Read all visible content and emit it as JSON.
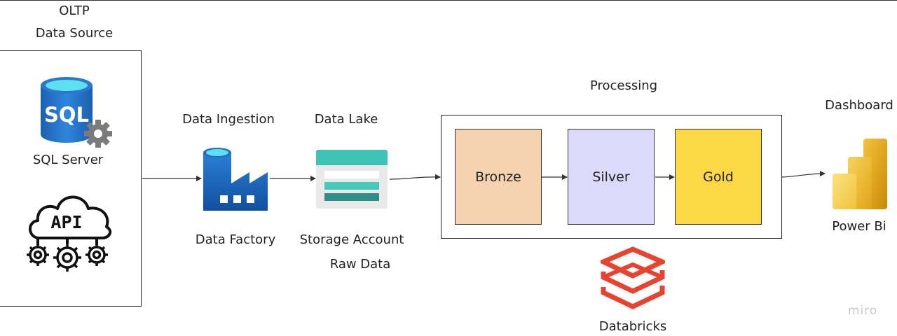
{
  "source": {
    "header_line1": "OLTP",
    "header_line2": "Data Source",
    "sql_label": "SQL Server",
    "sql_icon_text": "SQL",
    "api_icon_text": "API"
  },
  "ingestion": {
    "header": "Data Ingestion",
    "label": "Data Factory"
  },
  "lake": {
    "header": "Data Lake",
    "label_line1": "Storage Account",
    "label_line2": "Raw Data"
  },
  "processing": {
    "header": "Processing",
    "stages": [
      "Bronze",
      "Silver",
      "Gold"
    ],
    "engine_label": "Databricks"
  },
  "dashboard": {
    "header": "Dashboard",
    "label": "Power Bi"
  },
  "watermark": "miro",
  "colors": {
    "bronze": "#f5d3b0",
    "silver": "#dcd9fa",
    "gold": "#fcd944",
    "databricks": "#e8432e",
    "azure_blue": "#1e6fc8",
    "storage_teal": "#3cc3b4",
    "powerbi_yellow": "#f2c811"
  }
}
